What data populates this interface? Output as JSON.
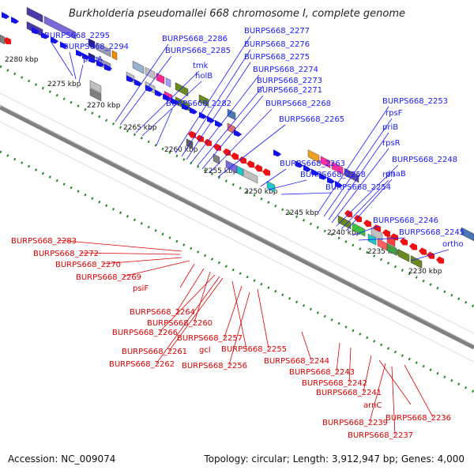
{
  "title": "Burkholderia pseudomallei 668 chromosome I, complete genome",
  "footer": {
    "accession": "Accession: NC_009074",
    "summary": "Topology: circular; Length: 3,912,947 bp; Genes: 4,000"
  },
  "colors": {
    "forward_label": "#1a1aff",
    "reverse_label": "#dd0000",
    "forward_gene": "#1414e6",
    "reverse_gene": "#ee1111",
    "backbone": "#808080",
    "ruler_dot": "#228822"
  },
  "ticks": [
    "2280 kbp",
    "2275 kbp",
    "2270 kbp",
    "2265 kbp",
    "2260 kbp",
    "2255 kbp",
    "2250 kbp",
    "2245 kbp",
    "2240 kbp",
    "2235 kbp",
    "2230 kbp"
  ],
  "forward_labels": [
    "BURPS668_2295",
    "BURPS668_2294",
    "pncA",
    "BURPS668_2286",
    "BURPS668_2285",
    "tmk",
    "holB",
    "BURPS668_2282",
    "BURPS668_2277",
    "BURPS668_2276",
    "BURPS668_2275",
    "BURPS668_2274",
    "BURPS668_2273",
    "BURPS668_2271",
    "BURPS668_2268",
    "BURPS668_2265",
    "BURPS668_2263",
    "BURPS668_2258",
    "BURPS668_2254",
    "BURPS668_2253",
    "rpsF",
    "priB",
    "rpsR",
    "BURPS668_2248",
    "rplI",
    "dnaB",
    "BURPS668_2246",
    "BURPS668_2245",
    "ortho"
  ],
  "reverse_labels": [
    "BURPS668_2283",
    "BURPS668_2272",
    "BURPS668_2270",
    "BURPS668_2269",
    "psiF",
    "BURPS668_2264",
    "BURPS668_2260",
    "BURPS668_2266",
    "BURPS668_2261",
    "gcl",
    "BURPS668_2257",
    "BURPS668_2255",
    "BURPS668_2262",
    "BURPS668_2256",
    "BURPS668_2244",
    "BURPS668_2243",
    "BURPS668_2242",
    "BURPS668_2241",
    "arnC",
    "BURPS668_2239",
    "BURPS668_2236",
    "BURPS668_2237"
  ]
}
